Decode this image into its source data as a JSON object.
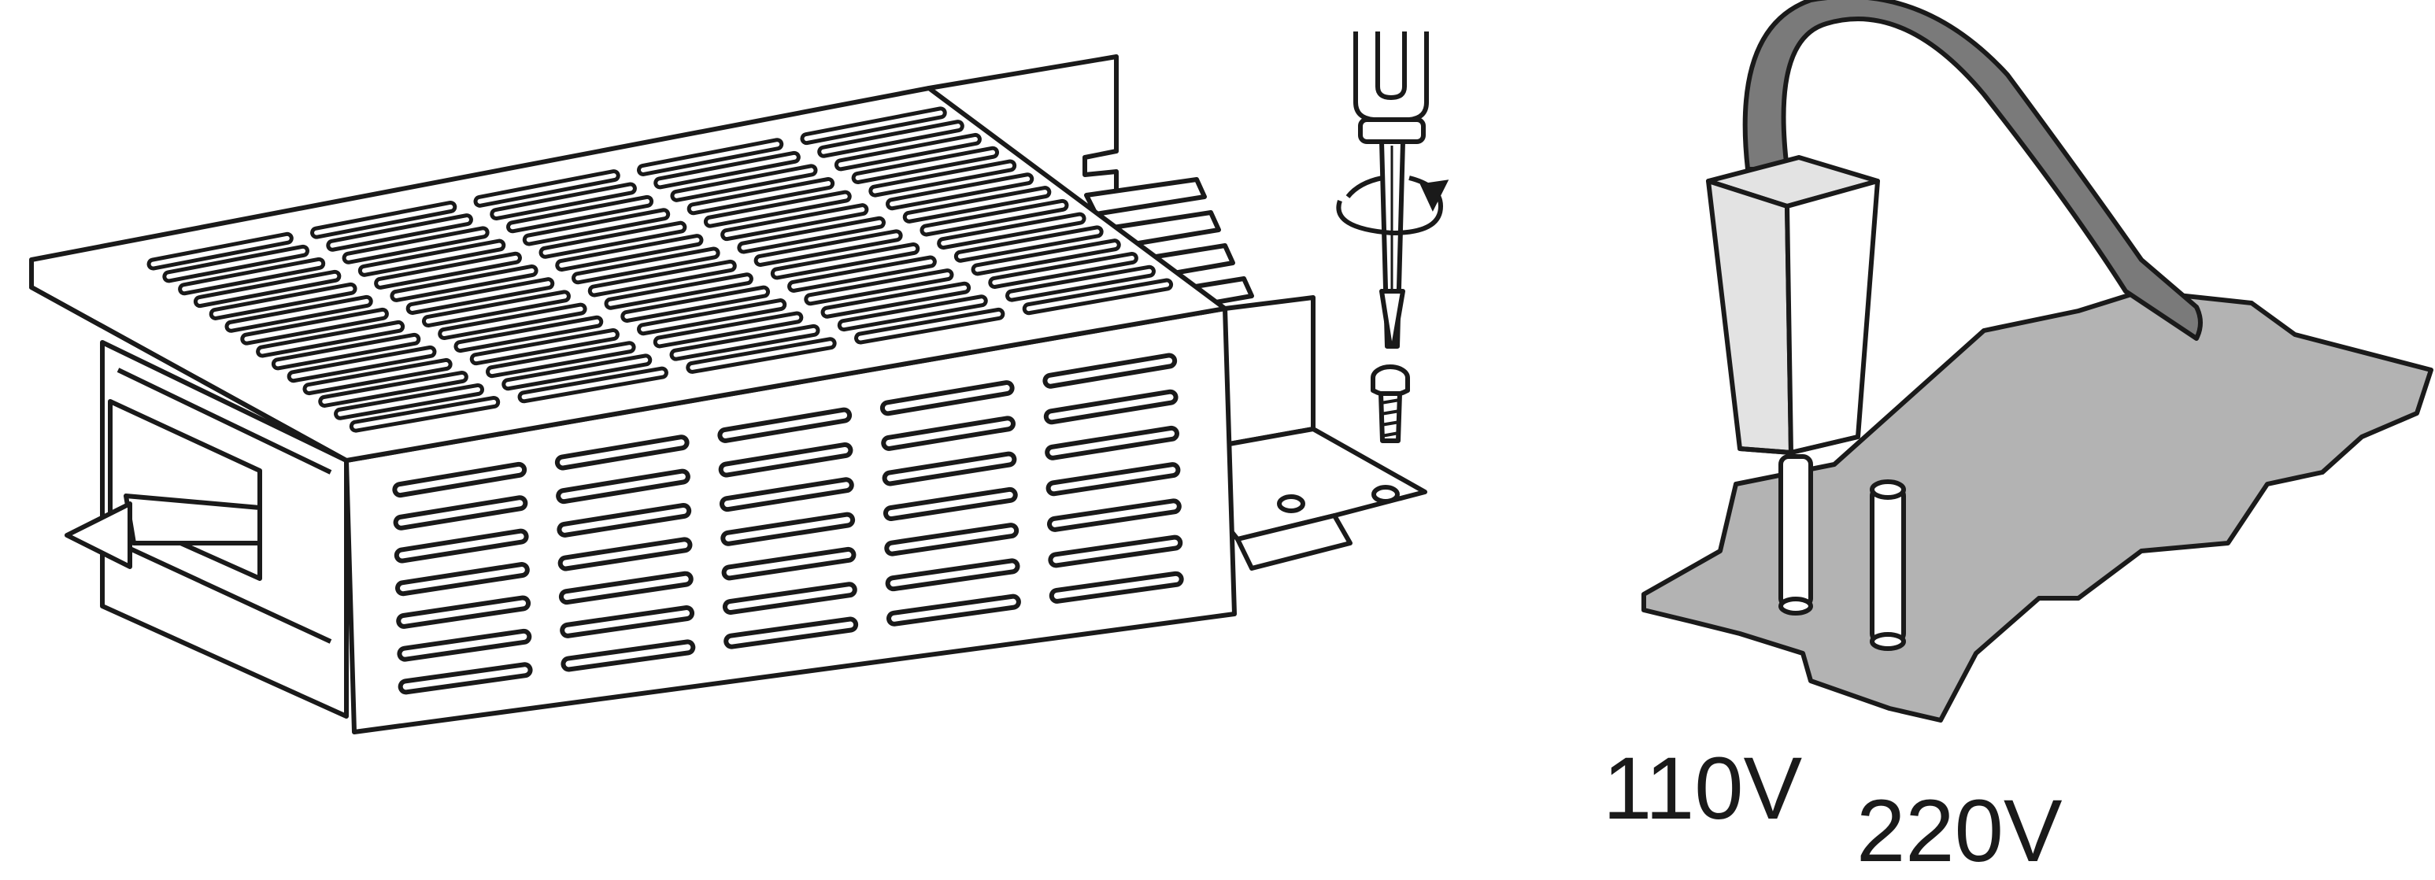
{
  "figure": {
    "voltage_labels": [
      "110V",
      "220V"
    ],
    "icons": {
      "power_supply": "power-supply-unit",
      "screwdriver": "screwdriver",
      "screw": "screw",
      "rotation_arrow": "rotate-arrow",
      "connector": "jumper-connector",
      "board": "circuit-board"
    },
    "colors": {
      "line": "#1a1a1a",
      "board_fill": "#b3b3b3",
      "connector_fill": "#e3e3e3",
      "cable_fill": "#7a7a7a",
      "background": "#ffffff"
    }
  }
}
